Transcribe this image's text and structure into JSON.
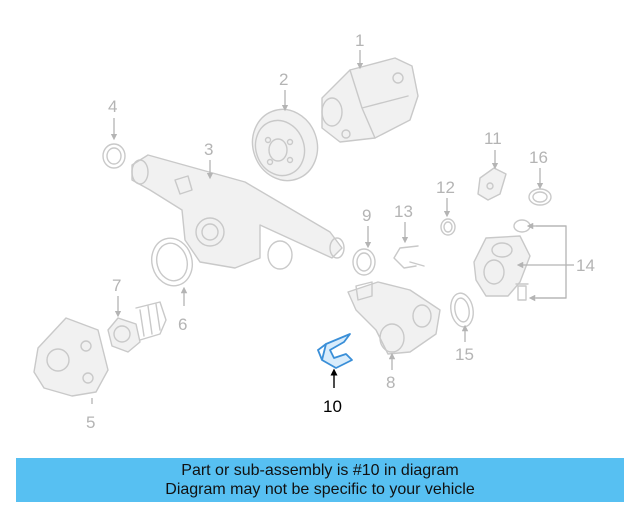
{
  "diagram": {
    "highlighted_part": "10",
    "highlight_color": "#3a8fd8",
    "callouts": {
      "c1": "1",
      "c2": "2",
      "c3": "3",
      "c4": "4",
      "c5": "5",
      "c6": "6",
      "c7": "7",
      "c8": "8",
      "c9": "9",
      "c10": "10",
      "c11": "11",
      "c12": "12",
      "c13": "13",
      "c14": "14",
      "c15": "15",
      "c16": "16"
    }
  },
  "caption": {
    "line1": "Part or sub-assembly is #10 in diagram",
    "line2": "Diagram may not be specific to your vehicle",
    "background": "#57c0f2"
  }
}
